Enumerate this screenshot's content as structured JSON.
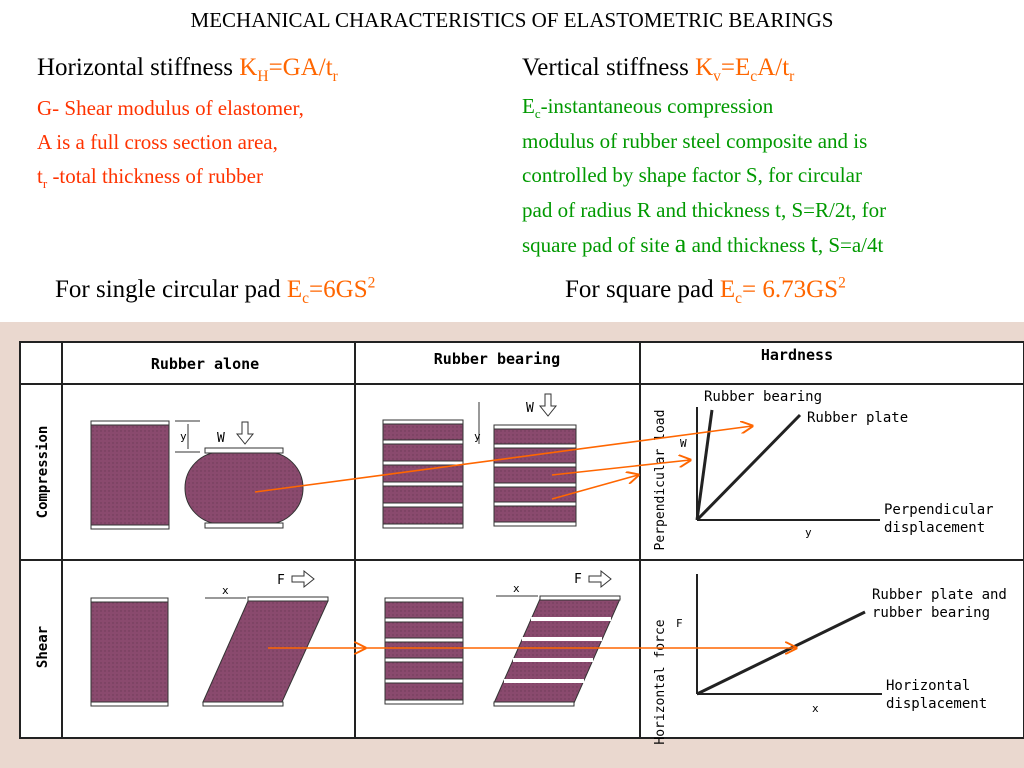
{
  "title": "MECHANICAL CHARACTERISTICS OF ELASTOMETRIC BEARINGS",
  "left": {
    "heading_text": "Horizontal stiffness ",
    "formula": {
      "k": "K",
      "k_sub": "H",
      "rest": "=GA/t",
      "rest_sub": "r"
    },
    "lines": [
      "G- Shear modulus of elastomer,",
      "A is a full cross section area,"
    ],
    "line3": {
      "pre": " t",
      "sub": "r",
      "post": " -total  thickness of rubber"
    }
  },
  "right": {
    "heading_text": "Vertical stiffness ",
    "formula": {
      "k": "K",
      "k_sub": "v",
      "eq": "=E",
      "e_sub": "c",
      "rest": "A/t",
      "rest_sub": "r"
    },
    "line1": {
      "pre": "E",
      "sub": "c",
      "post": "-instantaneous compression"
    },
    "lines": [
      "modulus of rubber steel composite and is",
      "controlled by shape factor S, for circular",
      "pad of radius R and thickness t, S=R/2t, for"
    ],
    "line_last": {
      "a": "square pad of site ",
      "b": "a",
      "c": " and thickness ",
      "d": "t",
      "e": ", S=a/4t"
    }
  },
  "circular": {
    "text": "For single circular  pad ",
    "e": "E",
    "sub": "c",
    "eq": "=6GS",
    "sup": "2"
  },
  "square": {
    "text": "For square pad ",
    "e": "E",
    "sub": "c",
    "eq": "= 6.73GS",
    "sup": "2"
  },
  "table": {
    "col_rubber_alone": "Rubber alone",
    "col_rubber_bearing": "Rubber bearing",
    "col_hardness": "Hardness",
    "row_compression": "Compression",
    "row_shear": "Shear",
    "w": "W",
    "y": "y",
    "f": "F",
    "x": "x",
    "graph1_curve1": "Rubber bearing",
    "graph1_curve2": "Rubber plate",
    "graph1_ylabel": "Perpendicular load",
    "graph1_xlabel_1": "Perpendicular",
    "graph1_xlabel_2": "displacement",
    "graph1_w": "W",
    "graph1_y": "y",
    "graph2_curve_1": "Rubber plate and",
    "graph2_curve_2": "rubber bearing",
    "graph2_ylabel": "Horizontal force",
    "graph2_xlabel_1": "Horizontal",
    "graph2_xlabel_2": "displacement",
    "graph2_f": "F",
    "graph2_x": "x"
  },
  "colors": {
    "accent_orange": "#ff6600",
    "rubber": "#8a4a6e",
    "text_green": "#009900",
    "text_red": "#ff3300"
  }
}
